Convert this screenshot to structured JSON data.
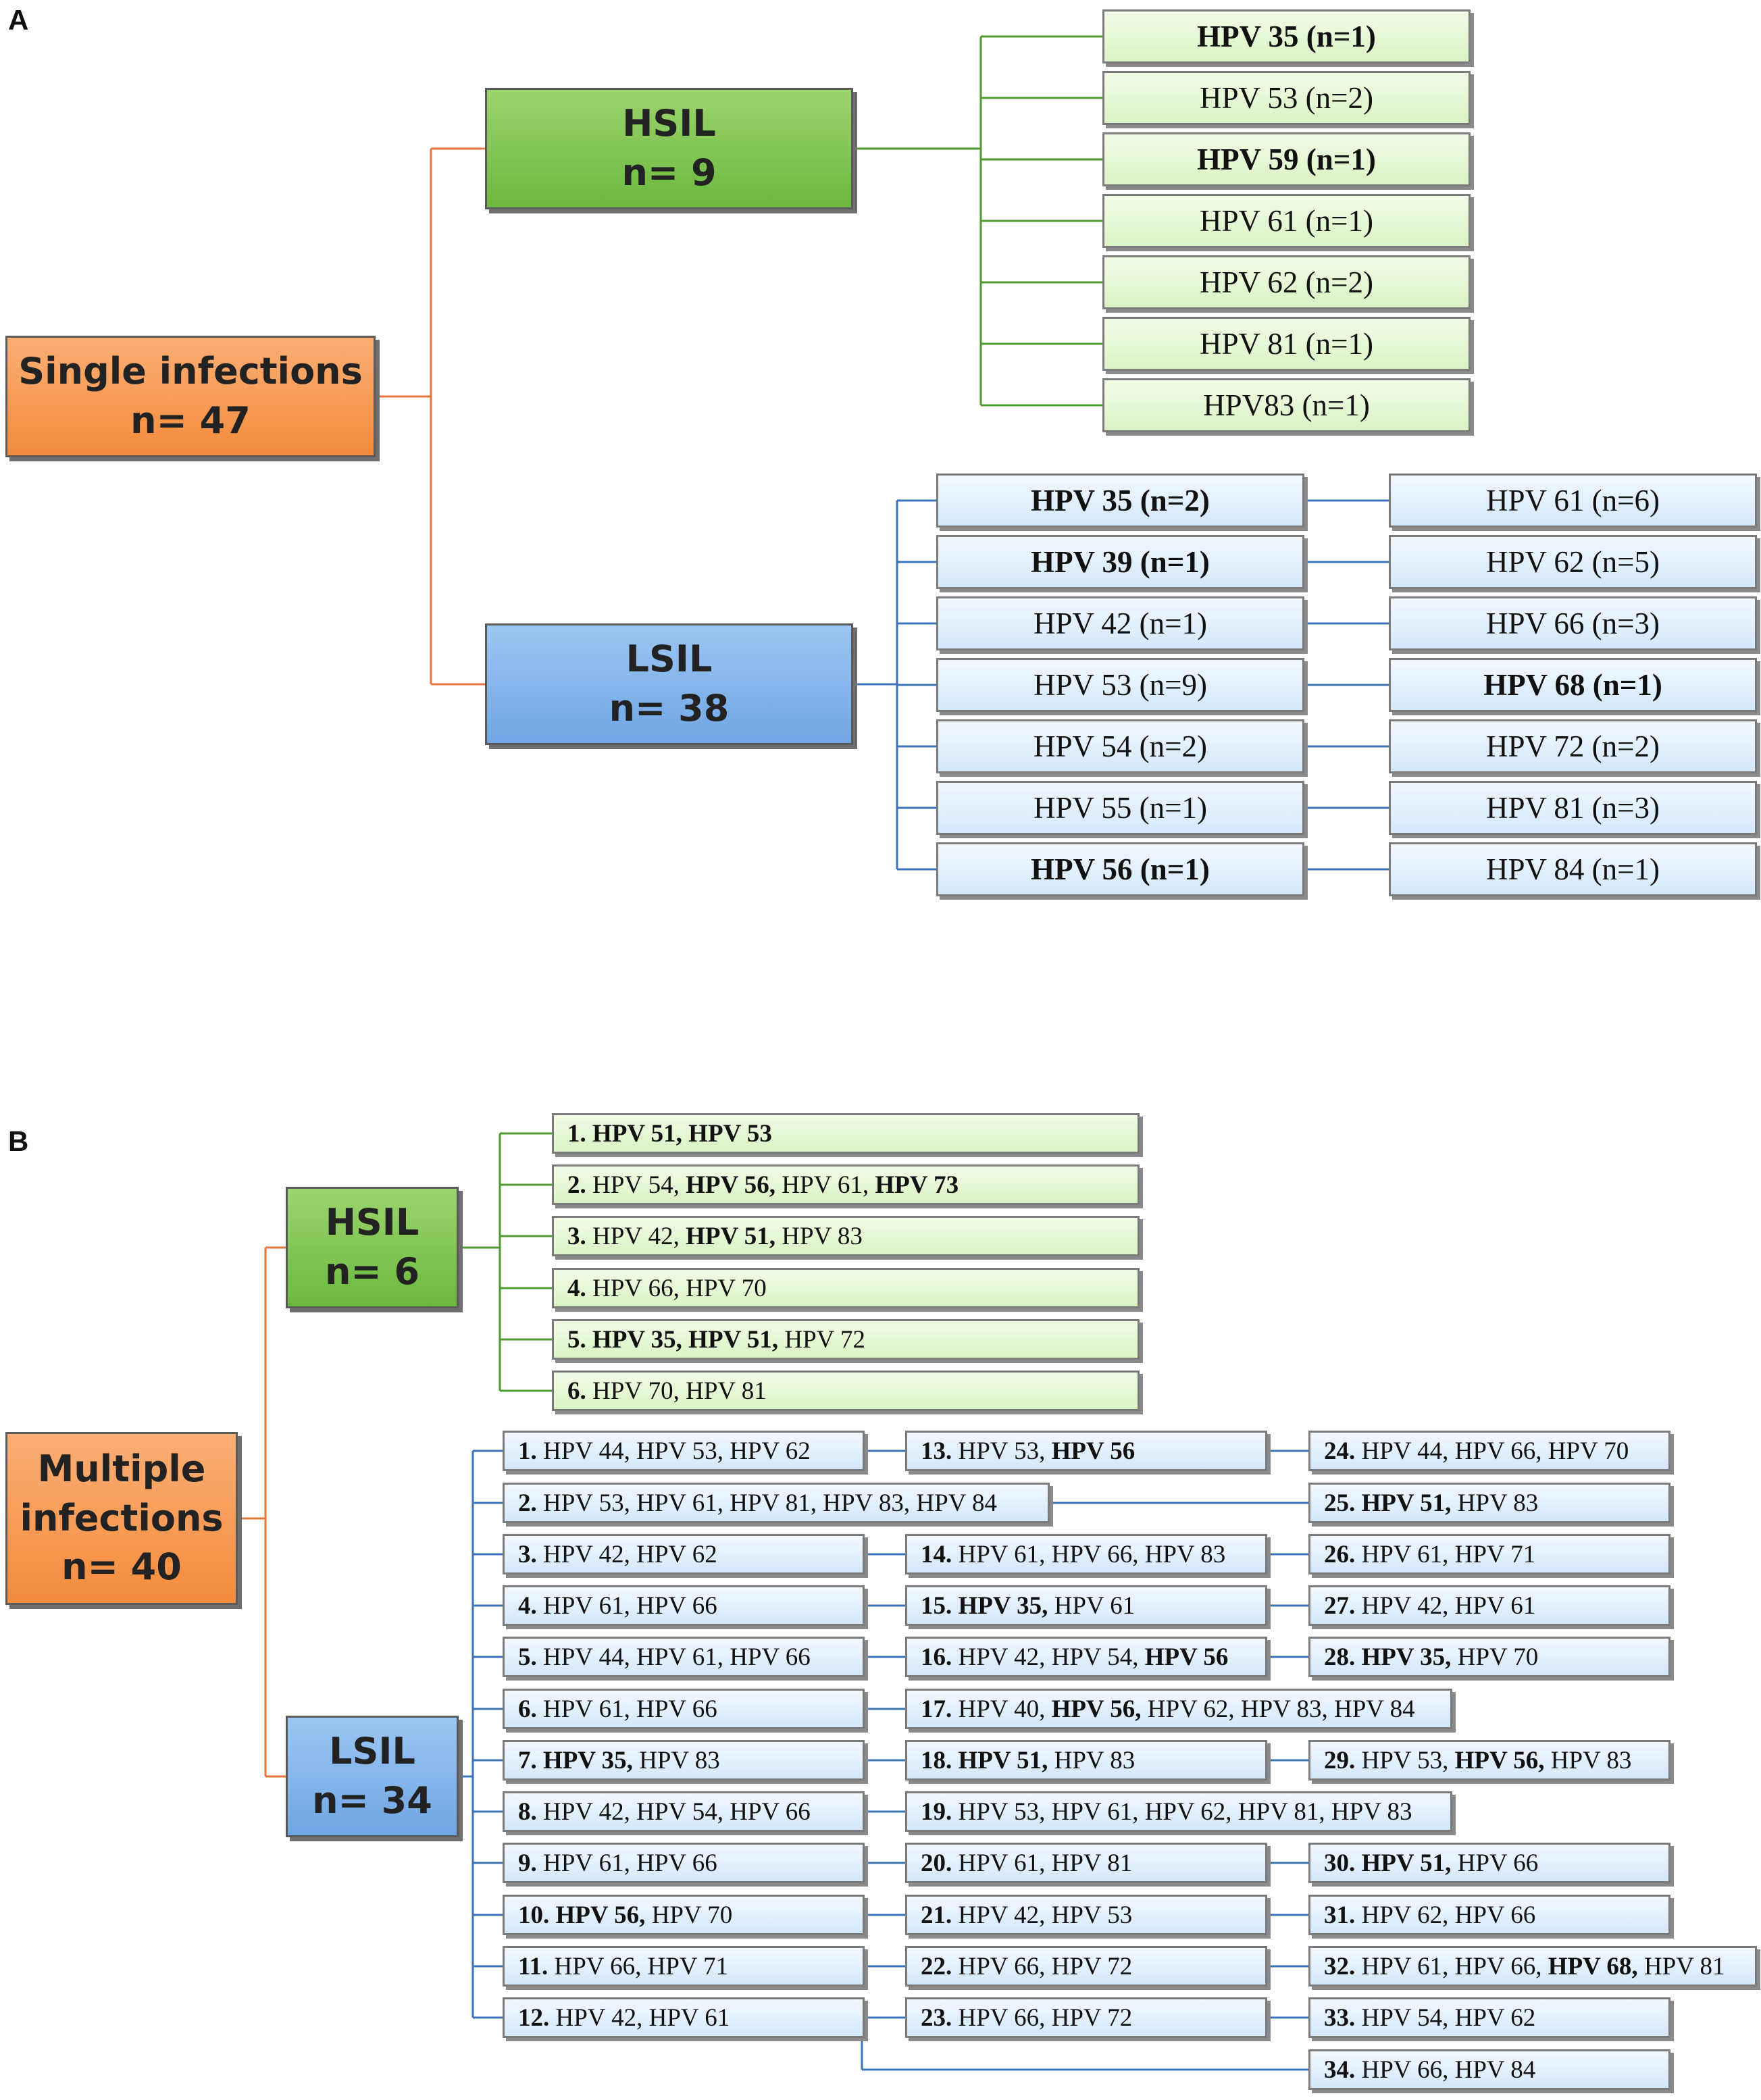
{
  "panels": [
    {
      "label": "A",
      "root": {
        "lines": [
          "Single infections",
          "n= 47"
        ]
      },
      "hsil": {
        "lines": [
          "HSIL",
          "n= 9"
        ],
        "items": [
          [
            {
              "t": "HPV 35 (n=1)",
              "b": true
            }
          ],
          [
            {
              "t": "HPV 53 (n=2)",
              "b": false
            }
          ],
          [
            {
              "t": "HPV 59 (n=1)",
              "b": true
            }
          ],
          [
            {
              "t": "HPV 61 (n=1)",
              "b": false
            }
          ],
          [
            {
              "t": "HPV 62 (n=2)",
              "b": false
            }
          ],
          [
            {
              "t": "HPV 81 (n=1)",
              "b": false
            }
          ],
          [
            {
              "t": "HPV83 (n=1)",
              "b": false
            }
          ]
        ]
      },
      "lsil": {
        "lines": [
          "LSIL",
          "n= 38"
        ],
        "columns": [
          [
            [
              {
                "t": "HPV 35 (n=2)",
                "b": true
              }
            ],
            [
              {
                "t": "HPV 39 (n=1)",
                "b": true
              }
            ],
            [
              {
                "t": "HPV 42 (n=1)",
                "b": false
              }
            ],
            [
              {
                "t": "HPV 53 (n=9)",
                "b": false
              }
            ],
            [
              {
                "t": "HPV 54 (n=2)",
                "b": false
              }
            ],
            [
              {
                "t": "HPV 55 (n=1)",
                "b": false
              }
            ],
            [
              {
                "t": "HPV 56 (n=1)",
                "b": true
              }
            ]
          ],
          [
            [
              {
                "t": "HPV 61 (n=6)",
                "b": false
              }
            ],
            [
              {
                "t": "HPV 62 (n=5)",
                "b": false
              }
            ],
            [
              {
                "t": "HPV 66 (n=3)",
                "b": false
              }
            ],
            [
              {
                "t": "HPV 68 (n=1)",
                "b": true
              }
            ],
            [
              {
                "t": "HPV 72 (n=2)",
                "b": false
              }
            ],
            [
              {
                "t": "HPV 81 (n=3)",
                "b": false
              }
            ],
            [
              {
                "t": "HPV 84 (n=1)",
                "b": false
              }
            ]
          ]
        ]
      }
    },
    {
      "label": "B",
      "root": {
        "lines": [
          "Multiple",
          "infections",
          "n= 40"
        ]
      },
      "hsil": {
        "lines": [
          "HSIL",
          "n= 6"
        ],
        "items": [
          [
            {
              "t": "1. ",
              "b": true
            },
            {
              "t": "HPV 51, HPV 53",
              "b": true
            }
          ],
          [
            {
              "t": "2. ",
              "b": true
            },
            {
              "t": "HPV 54, ",
              "b": false
            },
            {
              "t": "HPV 56, ",
              "b": true
            },
            {
              "t": "HPV 61, ",
              "b": false
            },
            {
              "t": "HPV 73",
              "b": true
            }
          ],
          [
            {
              "t": "3. ",
              "b": true
            },
            {
              "t": "HPV 42, ",
              "b": false
            },
            {
              "t": "HPV 51, ",
              "b": true
            },
            {
              "t": "HPV 83",
              "b": false
            }
          ],
          [
            {
              "t": "4. ",
              "b": true
            },
            {
              "t": "HPV 66, HPV 70",
              "b": false
            }
          ],
          [
            {
              "t": "5. ",
              "b": true
            },
            {
              "t": "HPV 35, HPV 51, ",
              "b": true
            },
            {
              "t": "HPV 72",
              "b": false
            }
          ],
          [
            {
              "t": "6. ",
              "b": true
            },
            {
              "t": "HPV 70, HPV 81",
              "b": false
            }
          ]
        ]
      },
      "lsil": {
        "lines": [
          "LSIL",
          "n= 34"
        ],
        "columns": [
          [
            [
              {
                "t": "1. ",
                "b": true
              },
              {
                "t": "HPV 44, HPV 53, HPV 62",
                "b": false
              }
            ],
            [
              {
                "t": "2. ",
                "b": true
              },
              {
                "t": "HPV 53, HPV 61, HPV 81, HPV 83, HPV 84",
                "b": false
              }
            ],
            [
              {
                "t": "3. ",
                "b": true
              },
              {
                "t": "HPV 42, HPV 62",
                "b": false
              }
            ],
            [
              {
                "t": "4. ",
                "b": true
              },
              {
                "t": "HPV 61, HPV 66",
                "b": false
              }
            ],
            [
              {
                "t": "5. ",
                "b": true
              },
              {
                "t": "HPV 44, HPV 61, HPV 66",
                "b": false
              }
            ],
            [
              {
                "t": "6. ",
                "b": true
              },
              {
                "t": "HPV 61, HPV 66",
                "b": false
              }
            ],
            [
              {
                "t": "7. ",
                "b": true
              },
              {
                "t": "HPV 35, ",
                "b": true
              },
              {
                "t": "HPV 83",
                "b": false
              }
            ],
            [
              {
                "t": "8. ",
                "b": true
              },
              {
                "t": "HPV 42, HPV 54, HPV 66",
                "b": false
              }
            ],
            [
              {
                "t": "9. ",
                "b": true
              },
              {
                "t": "HPV 61, HPV 66",
                "b": false
              }
            ],
            [
              {
                "t": "10. ",
                "b": true
              },
              {
                "t": "HPV 56, ",
                "b": true
              },
              {
                "t": "HPV 70",
                "b": false
              }
            ],
            [
              {
                "t": "11. ",
                "b": true
              },
              {
                "t": "HPV 66, HPV 71",
                "b": false
              }
            ],
            [
              {
                "t": "12. ",
                "b": true
              },
              {
                "t": "HPV 42, HPV 61",
                "b": false
              }
            ]
          ],
          [
            [
              {
                "t": "13. ",
                "b": true
              },
              {
                "t": "HPV 53, ",
                "b": false
              },
              {
                "t": "HPV 56",
                "b": true
              }
            ],
            [
              {
                "t": "14. ",
                "b": true
              },
              {
                "t": "HPV 61, HPV 66, HPV 83",
                "b": false
              }
            ],
            [
              {
                "t": "15. ",
                "b": true
              },
              {
                "t": "HPV 35, ",
                "b": true
              },
              {
                "t": "HPV 61",
                "b": false
              }
            ],
            [
              {
                "t": "16. ",
                "b": true
              },
              {
                "t": "HPV 42, HPV 54, ",
                "b": false
              },
              {
                "t": "HPV 56",
                "b": true
              }
            ],
            [
              {
                "t": "17. ",
                "b": true
              },
              {
                "t": "HPV 40, ",
                "b": false
              },
              {
                "t": "HPV 56, ",
                "b": true
              },
              {
                "t": "HPV 62, HPV 83, HPV 84",
                "b": false
              }
            ],
            [
              {
                "t": "18. ",
                "b": true
              },
              {
                "t": "HPV 51, ",
                "b": true
              },
              {
                "t": "HPV 83",
                "b": false
              }
            ],
            [
              {
                "t": "19. ",
                "b": true
              },
              {
                "t": "HPV 53, HPV 61, HPV 62, HPV 81, HPV 83",
                "b": false
              }
            ],
            [
              {
                "t": "20. ",
                "b": true
              },
              {
                "t": "HPV 61, HPV 81",
                "b": false
              }
            ],
            [
              {
                "t": "21. ",
                "b": true
              },
              {
                "t": "HPV 42, HPV 53",
                "b": false
              }
            ],
            [
              {
                "t": "22. ",
                "b": true
              },
              {
                "t": "HPV 66, HPV 72",
                "b": false
              }
            ],
            [
              {
                "t": "23. ",
                "b": true
              },
              {
                "t": "HPV 66, HPV 72",
                "b": false
              }
            ]
          ],
          [
            [
              {
                "t": "24. ",
                "b": true
              },
              {
                "t": "HPV 44, HPV 66, HPV 70",
                "b": false
              }
            ],
            [
              {
                "t": "25. ",
                "b": true
              },
              {
                "t": "HPV 51, ",
                "b": true
              },
              {
                "t": "HPV 83",
                "b": false
              }
            ],
            [
              {
                "t": "26. ",
                "b": true
              },
              {
                "t": "HPV 61, HPV 71",
                "b": false
              }
            ],
            [
              {
                "t": "27. ",
                "b": true
              },
              {
                "t": "HPV 42, HPV 61",
                "b": false
              }
            ],
            [
              {
                "t": "28. ",
                "b": true
              },
              {
                "t": "HPV 35, ",
                "b": true
              },
              {
                "t": "HPV 70",
                "b": false
              }
            ],
            [
              {
                "t": "29. ",
                "b": true
              },
              {
                "t": "HPV 53, ",
                "b": false
              },
              {
                "t": "HPV 56, ",
                "b": true
              },
              {
                "t": "HPV 83",
                "b": false
              }
            ],
            [
              {
                "t": "30. ",
                "b": true
              },
              {
                "t": "HPV 51, ",
                "b": true
              },
              {
                "t": "HPV 66",
                "b": false
              }
            ],
            [
              {
                "t": "31. ",
                "b": true
              },
              {
                "t": "HPV 62, HPV 66",
                "b": false
              }
            ],
            [
              {
                "t": "32. ",
                "b": true
              },
              {
                "t": "HPV 61, HPV 66, ",
                "b": false
              },
              {
                "t": "HPV 68, ",
                "b": true
              },
              {
                "t": "HPV 81",
                "b": false
              }
            ],
            [
              {
                "t": "33. ",
                "b": true
              },
              {
                "t": "HPV 54, HPV 62",
                "b": false
              }
            ],
            [
              {
                "t": "34. ",
                "b": true
              },
              {
                "t": "HPV 66, HPV 84",
                "b": false
              }
            ]
          ]
        ]
      }
    }
  ],
  "colors": {
    "orange_connector": "#e6763a",
    "green_connector": "#4f9a2e",
    "blue_connector": "#3b73b9"
  }
}
